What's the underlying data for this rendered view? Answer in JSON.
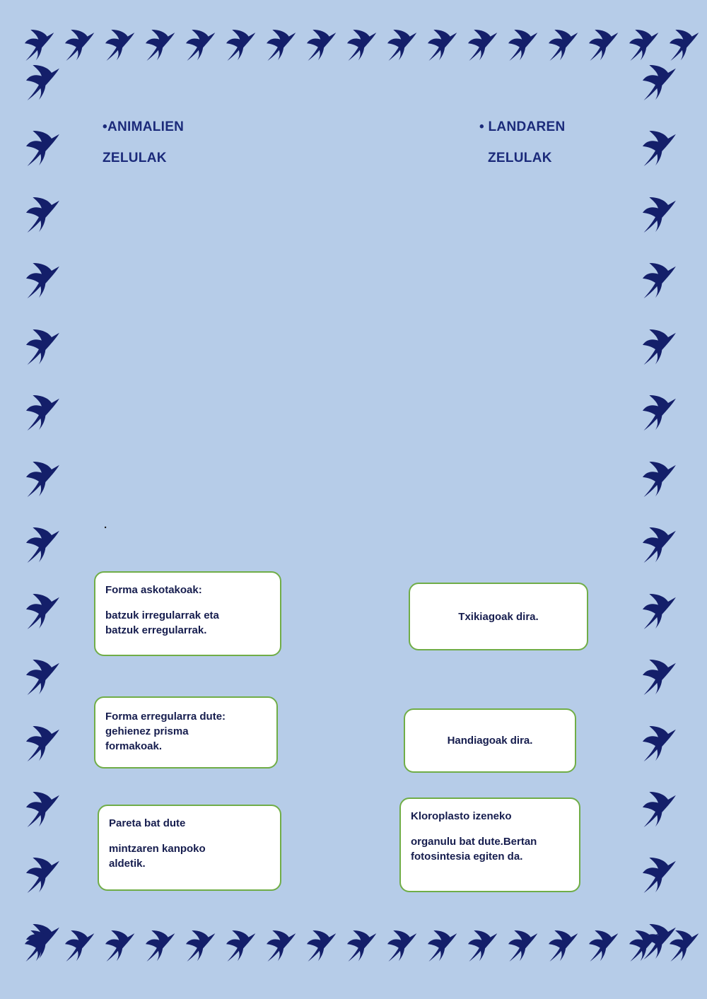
{
  "theme": {
    "page_bg": "#b6cce8",
    "bird": "#141f6a",
    "header_text": "#1b2a7a",
    "card_text": "#161d4e",
    "card_border": "#70ad47",
    "card_bg": "#ffffff"
  },
  "headers": {
    "animal": {
      "line1": "•ANIMALIEN",
      "line2": "ZELULAK"
    },
    "plant": {
      "line1": "• LANDAREN",
      "line2": "ZELULAK"
    }
  },
  "stray_dot": ".",
  "cards": {
    "animal": [
      {
        "line1": "Forma askotakoak:",
        "line2": "batzuk irregularrak eta batzuk  erregularrak."
      },
      {
        "line1": "Forma erregularra dute: gehienez prisma formakoak."
      },
      {
        "line1": "Pareta bat dute",
        "line2": "mintzaren kanpoko aldetik."
      }
    ],
    "plant": [
      {
        "line1": "Txikiagoak dira."
      },
      {
        "line1": "Handiagoak dira."
      },
      {
        "line1": "Kloroplasto izeneko",
        "line2": "organulu bat dute.Bertan fotosintesia egiten da."
      }
    ]
  }
}
